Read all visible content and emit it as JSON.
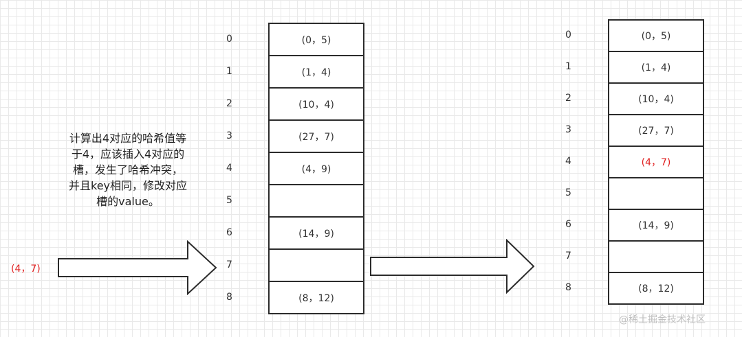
{
  "incoming_entry": "(4，7)",
  "note": "计算出4对应的哈希值等于4，应该插入4对应的槽，发生了哈希冲突，并且key相同，修改对应槽的value。",
  "left_table": {
    "indices": [
      "0",
      "1",
      "2",
      "3",
      "4",
      "5",
      "6",
      "7",
      "8"
    ],
    "cells": [
      "(0，5)",
      "(1，4)",
      "(10，4)",
      "(27，7)",
      "(4，9)",
      "",
      "(14，9)",
      "",
      "(8，12)"
    ]
  },
  "right_table": {
    "indices": [
      "0",
      "1",
      "2",
      "3",
      "4",
      "5",
      "6",
      "7",
      "8"
    ],
    "cells": [
      "(0，5)",
      "(1，4)",
      "(10，4)",
      "(27，7)",
      "(4，7)",
      "",
      "(14，9)",
      "",
      "(8，12)"
    ]
  },
  "colors": {
    "highlight": "#e02020",
    "border": "#2b2b2b"
  },
  "watermark": "@稀土掘金技术社区"
}
